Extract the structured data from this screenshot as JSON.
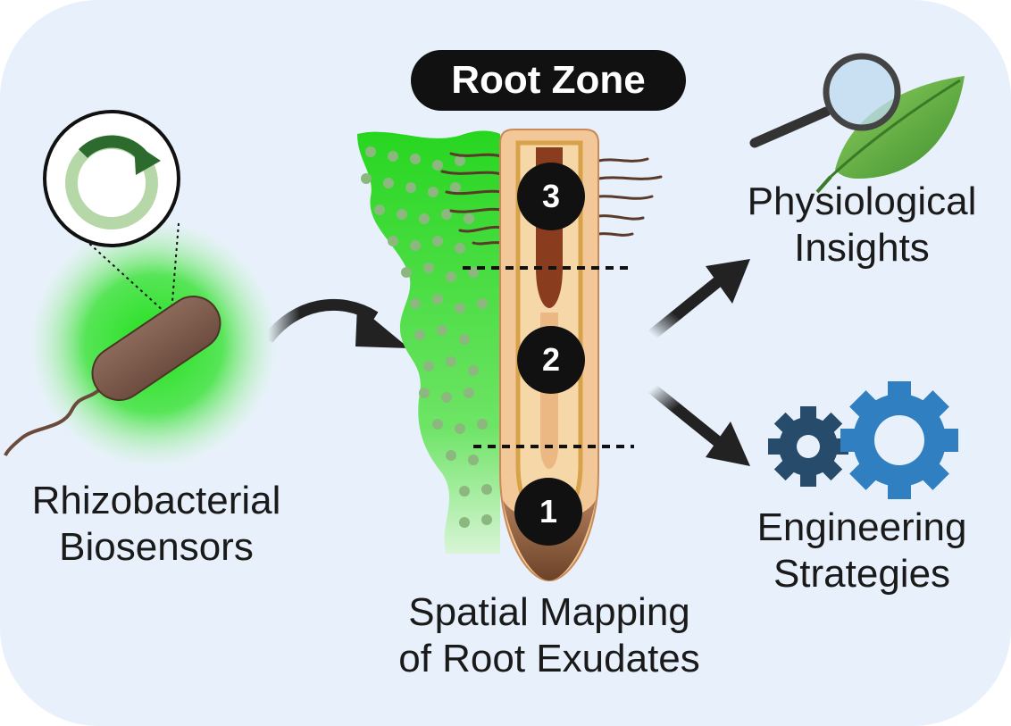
{
  "title": "Root Zone",
  "zones": [
    "1",
    "2",
    "3"
  ],
  "labels": {
    "biosensors": [
      "Rhizobacterial",
      "Biosensors"
    ],
    "mapping": [
      "Spatial Mapping",
      "of Root Exudates"
    ],
    "physiological": [
      "Physiological",
      "Insights"
    ],
    "engineering": [
      "Engineering",
      "Strategies"
    ]
  },
  "colors": {
    "background": "#e8f1fb",
    "exudate_green": "#3ddc2e",
    "root_tan": "#f2c89a",
    "root_core": "#8a3d1e",
    "gear_dark": "#274b6a",
    "gear_light": "#2f7fc1",
    "leaf": "#5fae3c"
  }
}
